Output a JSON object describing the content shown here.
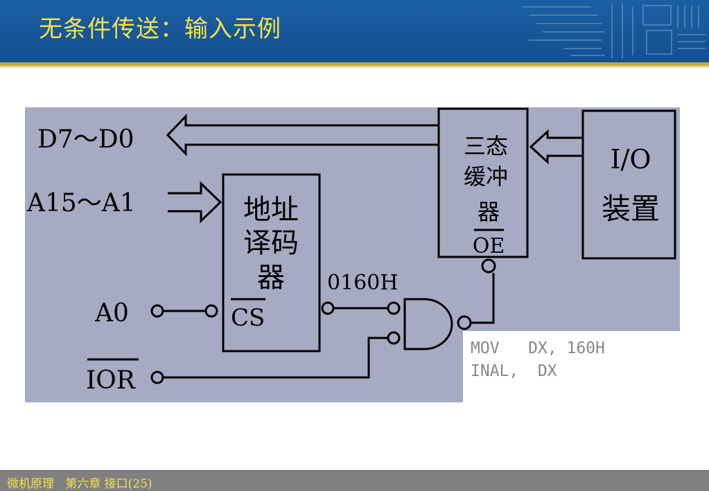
{
  "header": {
    "title": "无条件传送：输入示例"
  },
  "diagram": {
    "data_bus_label": "D7～D0",
    "address_bus_label": "A15～A1",
    "a0_label": "A0",
    "ior_label": "IOR",
    "decoder_lines": [
      "地址",
      "译码",
      "器"
    ],
    "decoder_cs_label": "CS",
    "decoder_output_label": "0160H",
    "buffer_lines": [
      "三态",
      "缓冲",
      "器"
    ],
    "buffer_oe_label": "OE",
    "io_lines": [
      "I/O",
      "装置"
    ],
    "code_lines": [
      "MOV   DX, 160H",
      "INAL,  DX"
    ]
  },
  "colors": {
    "panel": "#a6abc3",
    "title": "#f3e24a",
    "header": "#1b5fa3"
  },
  "footer": {
    "text": "微机原理   第六章 接口(25)"
  }
}
